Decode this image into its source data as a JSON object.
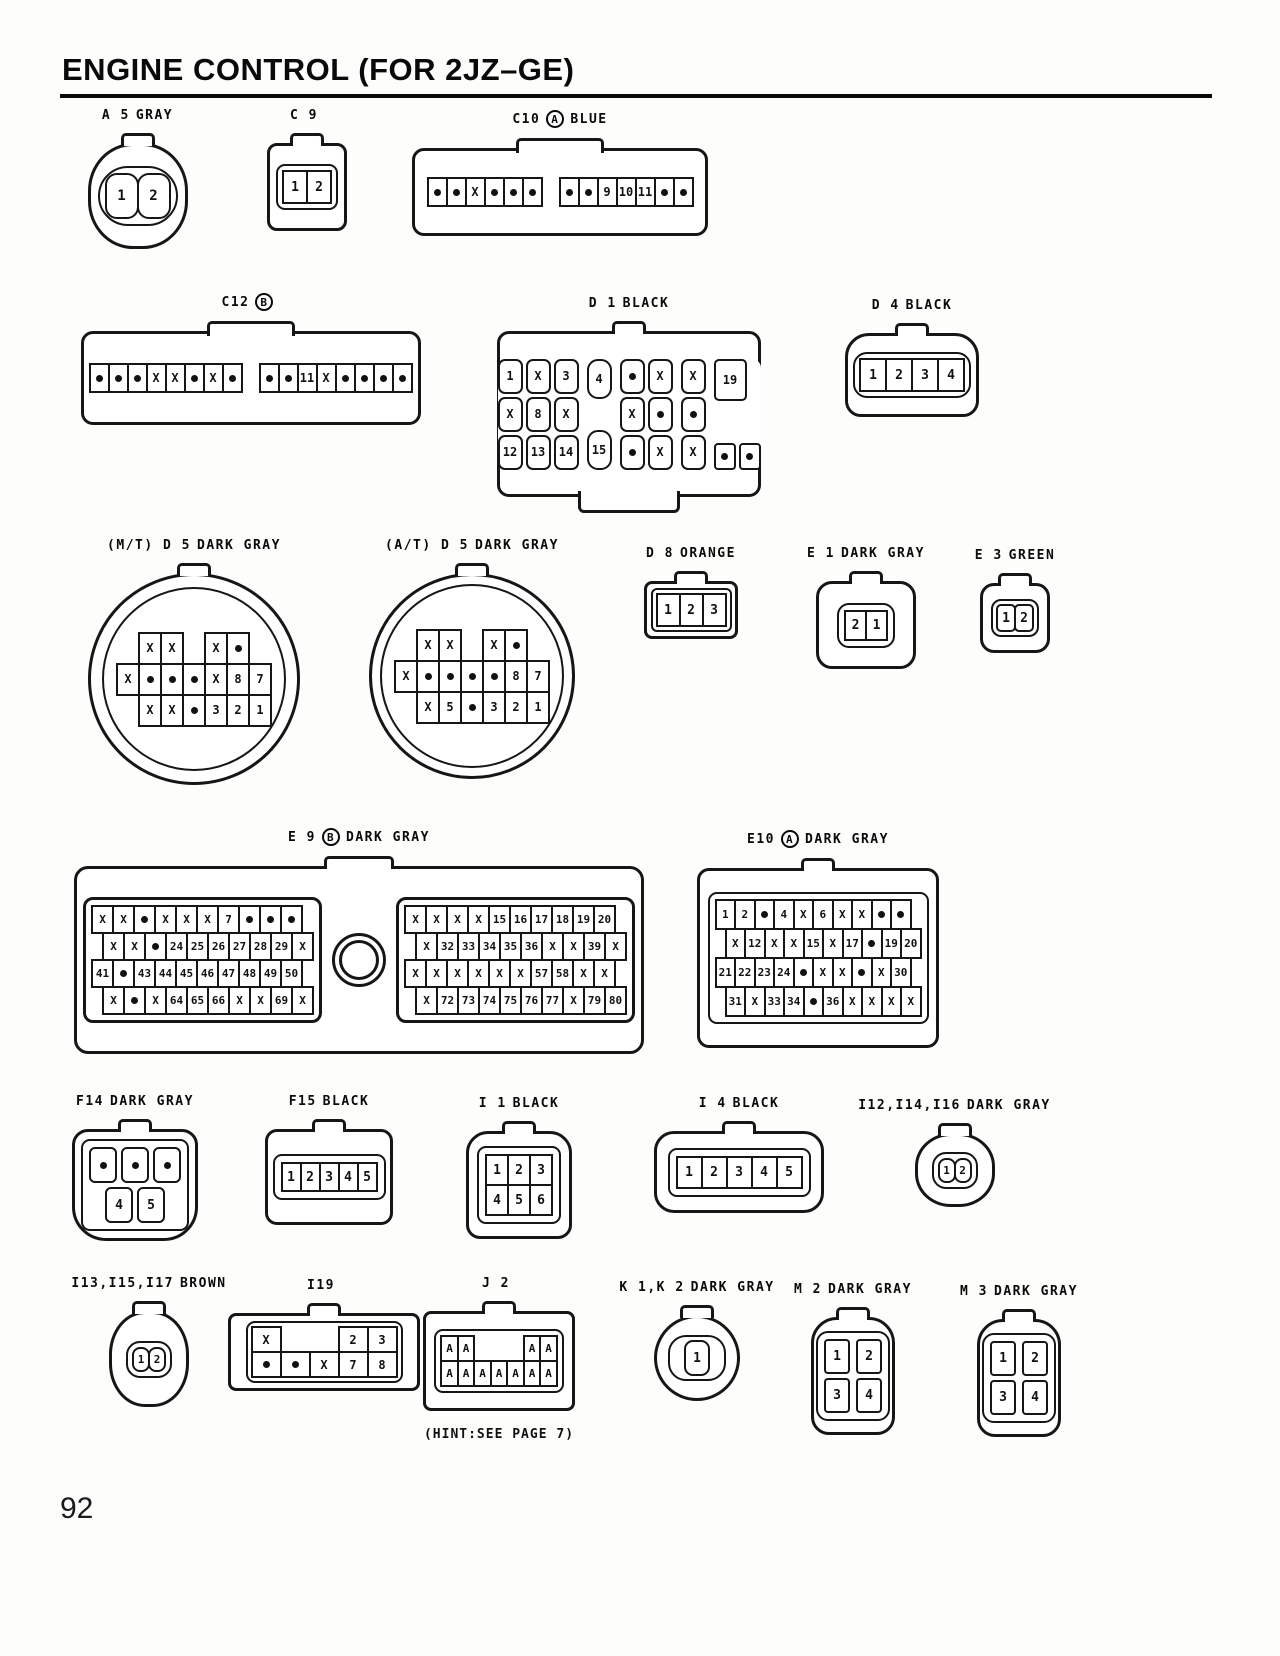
{
  "page": {
    "title": "ENGINE CONTROL (FOR 2JZ–GE)",
    "page_number": "92"
  },
  "connectors": [
    {
      "id": "a5",
      "code": "A 5",
      "color": "GRAY",
      "shape": "oval",
      "groups": [
        {
          "rows": [
            [
              "1",
              "2"
            ]
          ]
        }
      ]
    },
    {
      "id": "c9",
      "code": "C 9",
      "shape": "rect",
      "groups": [
        {
          "rows": [
            [
              "1",
              "2"
            ]
          ]
        }
      ]
    },
    {
      "id": "c10",
      "code": "C10",
      "badge": "A",
      "color": "BLUE",
      "shape": "strip",
      "groups": [
        {
          "rows": [
            [
              "•",
              "•",
              "X",
              "•",
              "•",
              "•"
            ]
          ]
        },
        {
          "rows": [
            [
              "•",
              "•",
              "9",
              "10",
              "11",
              "•",
              "•"
            ]
          ]
        }
      ]
    },
    {
      "id": "c12",
      "code": "C12",
      "badge": "B",
      "shape": "strip",
      "groups": [
        {
          "rows": [
            [
              "•",
              "•",
              "•",
              "X",
              "X",
              "•",
              "X",
              "•"
            ]
          ]
        },
        {
          "rows": [
            [
              "•",
              "•",
              "11",
              "X",
              "•",
              "•",
              "•",
              "•"
            ]
          ]
        }
      ]
    },
    {
      "id": "d1",
      "code": "D 1",
      "color": "BLACK",
      "shape": "rect",
      "groups": [
        {
          "rows": [
            [
              "1",
              "X",
              "3"
            ],
            [
              "X",
              "8",
              "X"
            ],
            [
              "12",
              "13",
              "14"
            ]
          ]
        },
        {
          "rows": [
            [
              "4"
            ],
            [
              "15"
            ]
          ],
          "spread": true
        },
        {
          "rows": [
            [
              "•",
              "X"
            ],
            [
              "X",
              "•"
            ],
            [
              "•",
              "X"
            ]
          ]
        },
        {
          "rows": [
            [
              "X"
            ],
            [
              "•"
            ],
            [
              "X"
            ]
          ]
        },
        {
          "rows": [
            [
              "19"
            ],
            [
              "•",
              "•"
            ]
          ],
          "spread": true
        }
      ]
    },
    {
      "id": "d4",
      "code": "D 4",
      "color": "BLACK",
      "shape": "rect",
      "groups": [
        {
          "rows": [
            [
              "1",
              "2",
              "3",
              "4"
            ]
          ]
        }
      ]
    },
    {
      "id": "d5mt",
      "code": "(M/T) D 5",
      "color": "DARK GRAY",
      "shape": "round",
      "groups": [
        {
          "rows": [
            [
              null,
              "X",
              "X",
              null,
              "X",
              "•",
              null
            ],
            [
              "X",
              "•",
              "•",
              "•",
              "X",
              "8",
              "7"
            ],
            [
              null,
              "X",
              "X",
              "•",
              "3",
              "2",
              "1"
            ]
          ]
        }
      ]
    },
    {
      "id": "d5at",
      "code": "(A/T) D 5",
      "color": "DARK GRAY",
      "shape": "round",
      "groups": [
        {
          "rows": [
            [
              null,
              "X",
              "X",
              null,
              "X",
              "•",
              null
            ],
            [
              "X",
              "•",
              "•",
              "•",
              "•",
              "8",
              "7"
            ],
            [
              null,
              "X",
              "5",
              "•",
              "3",
              "2",
              "1"
            ]
          ]
        }
      ]
    },
    {
      "id": "d8",
      "code": "D 8",
      "color": "ORANGE",
      "shape": "rect",
      "groups": [
        {
          "rows": [
            [
              "1",
              "2",
              "3"
            ]
          ]
        }
      ]
    },
    {
      "id": "e1",
      "code": "E 1",
      "color": "DARK GRAY",
      "shape": "rect",
      "groups": [
        {
          "rows": [
            [
              "2",
              "1"
            ]
          ]
        }
      ]
    },
    {
      "id": "e3",
      "code": "E 3",
      "color": "GREEN",
      "shape": "rect",
      "groups": [
        {
          "rows": [
            [
              "1",
              "2"
            ]
          ]
        }
      ]
    },
    {
      "id": "e9",
      "code": "E 9",
      "badge": "B",
      "color": "DARK GRAY",
      "shape": "dual",
      "center_circle": true,
      "groups": [
        {
          "rows": [
            [
              "X",
              "X",
              "•",
              "X",
              "X",
              "X",
              "7",
              "•",
              "•",
              "•"
            ],
            [
              "X",
              "X",
              "•",
              "24",
              "25",
              "26",
              "27",
              "28",
              "29",
              "X"
            ],
            [
              "41",
              "•",
              "43",
              "44",
              "45",
              "46",
              "47",
              "48",
              "49",
              "50"
            ],
            [
              "X",
              "•",
              "X",
              "64",
              "65",
              "66",
              "X",
              "X",
              "69",
              "X"
            ]
          ]
        },
        {
          "rows": [
            [
              "X",
              "X",
              "X",
              "X",
              "15",
              "16",
              "17",
              "18",
              "19",
              "20"
            ],
            [
              "X",
              "32",
              "33",
              "34",
              "35",
              "36",
              "X",
              "X",
              "39",
              "X"
            ],
            [
              "X",
              "X",
              "X",
              "X",
              "X",
              "X",
              "57",
              "58",
              "X",
              "X"
            ],
            [
              "X",
              "72",
              "73",
              "74",
              "75",
              "76",
              "77",
              "X",
              "79",
              "80"
            ]
          ]
        }
      ]
    },
    {
      "id": "e10",
      "code": "E10",
      "badge": "A",
      "color": "DARK GRAY",
      "shape": "rect",
      "groups": [
        {
          "rows": [
            [
              "1",
              "2",
              "•",
              "4",
              "X",
              "6",
              "X",
              "X",
              "•",
              "•"
            ],
            [
              "X",
              "12",
              "X",
              "X",
              "15",
              "X",
              "17",
              "•",
              "19",
              "20"
            ],
            [
              "21",
              "22",
              "23",
              "24",
              "•",
              "X",
              "X",
              "•",
              "X",
              "30"
            ],
            [
              "31",
              "X",
              "33",
              "34",
              "•",
              "36",
              "X",
              "X",
              "X",
              "X"
            ]
          ]
        }
      ]
    },
    {
      "id": "f14",
      "code": "F14",
      "color": "DARK GRAY",
      "shape": "rect",
      "groups": [
        {
          "rows": [
            [
              "•",
              "•",
              "•"
            ],
            [
              "4",
              "5"
            ]
          ]
        }
      ]
    },
    {
      "id": "f15",
      "code": "F15",
      "color": "BLACK",
      "shape": "rect",
      "groups": [
        {
          "rows": [
            [
              "1",
              "2",
              "3",
              "4",
              "5"
            ]
          ]
        }
      ]
    },
    {
      "id": "i1",
      "code": "I 1",
      "color": "BLACK",
      "shape": "rect",
      "groups": [
        {
          "rows": [
            [
              "1",
              "2",
              "3"
            ],
            [
              "4",
              "5",
              "6"
            ]
          ]
        }
      ]
    },
    {
      "id": "i4",
      "code": "I 4",
      "color": "BLACK",
      "shape": "rect",
      "groups": [
        {
          "rows": [
            [
              "1",
              "2",
              "3",
              "4",
              "5"
            ]
          ]
        }
      ]
    },
    {
      "id": "i12",
      "code": "I12,I14,I16",
      "color": "DARK GRAY",
      "shape": "oval",
      "groups": [
        {
          "rows": [
            [
              "1",
              "2"
            ]
          ]
        }
      ]
    },
    {
      "id": "i13",
      "code": "I13,I15,I17",
      "color": "BROWN",
      "shape": "oval",
      "groups": [
        {
          "rows": [
            [
              "1",
              "2"
            ]
          ]
        }
      ]
    },
    {
      "id": "i19",
      "code": "I19",
      "shape": "rect",
      "groups": [
        {
          "rows": [
            [
              "X",
              null,
              null,
              "2",
              "3"
            ],
            [
              "•",
              "•",
              "X",
              "7",
              "8"
            ]
          ]
        }
      ]
    },
    {
      "id": "j2",
      "code": "J 2",
      "shape": "rect",
      "hint": "(HINT:SEE PAGE 7)",
      "groups": [
        {
          "rows": [
            [
              "A",
              "A",
              null,
              null,
              null,
              "A",
              "A"
            ],
            [
              "A",
              "A",
              "A",
              "A",
              "A",
              "A",
              "A"
            ]
          ]
        }
      ]
    },
    {
      "id": "k1k2",
      "code": "K 1,K 2",
      "color": "DARK GRAY",
      "shape": "round",
      "groups": [
        {
          "rows": [
            [
              "1"
            ]
          ]
        }
      ]
    },
    {
      "id": "m2",
      "code": "M 2",
      "color": "DARK GRAY",
      "shape": "rect",
      "groups": [
        {
          "rows": [
            [
              "1",
              "2"
            ],
            [
              "3",
              "4"
            ]
          ]
        }
      ]
    },
    {
      "id": "m3",
      "code": "M 3",
      "color": "DARK GRAY",
      "shape": "rect",
      "groups": [
        {
          "rows": [
            [
              "1",
              "2"
            ],
            [
              "3",
              "4"
            ]
          ]
        }
      ]
    }
  ]
}
